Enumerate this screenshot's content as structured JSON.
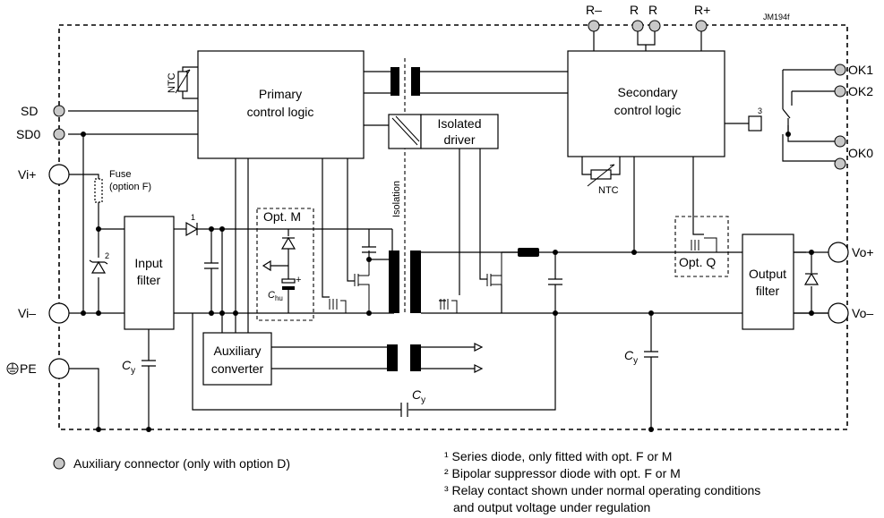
{
  "figure_id": "JM194f",
  "blocks": {
    "primary": [
      "Primary",
      "control logic"
    ],
    "secondary": [
      "Secondary",
      "control logic"
    ],
    "isolated_driver": [
      "Isolated",
      "driver"
    ],
    "input_filter": [
      "Input",
      "filter"
    ],
    "output_filter": [
      "Output",
      "filter"
    ],
    "aux_converter": [
      "Auxiliary",
      "converter"
    ]
  },
  "labels": {
    "ntc": "NTC",
    "isolation": "Isolation",
    "fuse": [
      "Fuse",
      "(option F)"
    ],
    "opt_m": "Opt. M",
    "opt_q": "Opt. Q",
    "c_hu": "C",
    "c_hu_sub": "hu",
    "cy": "C",
    "cy_sub": "y",
    "plus": "+",
    "relay_num": "3",
    "diode1_num": "1",
    "diode2_num": "2"
  },
  "terminals": {
    "left": [
      "SD",
      "SD0",
      "Vi+",
      "Vi–",
      "PE"
    ],
    "top": [
      "R–",
      "R",
      "R",
      "R+"
    ],
    "right": [
      "OK1",
      "OK2",
      "OK0",
      "Vo+",
      "Vo–"
    ]
  },
  "legend": {
    "aux_connector": "Auxiliary connector (only with option D)"
  },
  "notes": [
    "¹ Series diode, only fitted with opt. F or M",
    "² Bipolar suppressor diode with opt. F or M",
    "³ Relay contact shown under normal operating conditions",
    "and output voltage under regulation"
  ]
}
